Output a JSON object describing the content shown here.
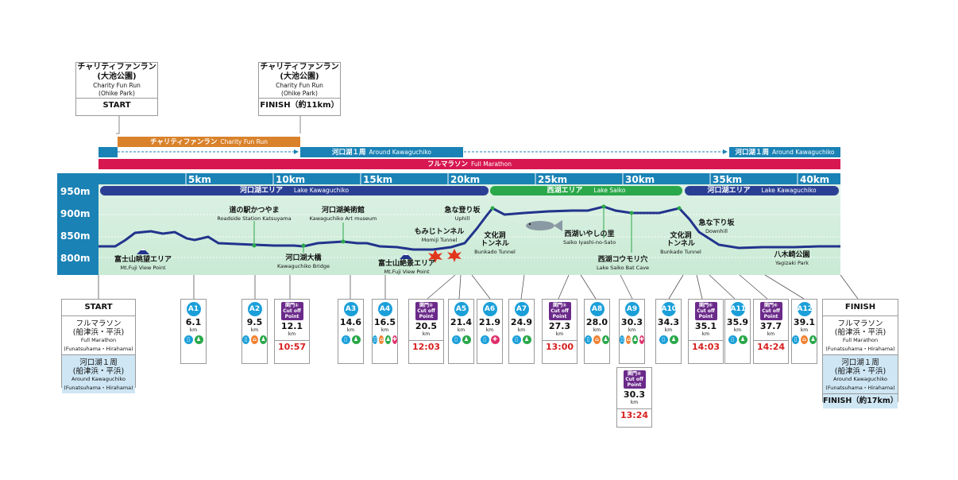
{
  "top_start": {
    "jp1": "チャリティファンラン",
    "jp2": "(大池公園)",
    "en1": "Charity Fun Run",
    "en2": "(Ohike Park)",
    "footer": "START"
  },
  "top_finish": {
    "jp1": "チャリティファンラン",
    "jp2": "(大池公園)",
    "en1": "Charity Fun Run",
    "en2": "(Ohike Park)",
    "footer": "FINISH（約11km）"
  },
  "bars": {
    "charity": {
      "jp": "チャリティファンラン",
      "en": "Charity Fun Run",
      "color": "#d9822b"
    },
    "around1": {
      "jp": "河口湖１周",
      "en": "Around Kawaguchiko",
      "color": "#1a82b5"
    },
    "around2": {
      "jp": "河口湖１周",
      "en": "Around Kawaguchiko",
      "color": "#1a82b5"
    },
    "full": {
      "jp": "フルマラソン",
      "en": "Full Marathon",
      "color": "#d7174f"
    }
  },
  "km_labels": [
    "5km",
    "10km",
    "15km",
    "20km",
    "25km",
    "30km",
    "35km",
    "40km"
  ],
  "elevation_labels": [
    "950m",
    "900m",
    "850m",
    "800m"
  ],
  "areas": {
    "kawaguchiko1": {
      "jp": "河口湖エリア",
      "en": "Lake Kawaguchiko",
      "color": "#2a3f94"
    },
    "saiko": {
      "jp": "西湖エリア",
      "en": "Lake Saiko",
      "color": "#2aa84a"
    },
    "kawaguchiko2": {
      "jp": "河口湖エリア",
      "en": "Lake Kawaguchiko",
      "color": "#2a3f94"
    }
  },
  "landmarks": {
    "fuji_view": {
      "jp": "富士山眺望エリア",
      "en": "Mt.Fuji View Point"
    },
    "roadside": {
      "jp": "道の駅かつやま",
      "en": "Roadside Station Katsuyama"
    },
    "bridge": {
      "jp": "河口湖大橋",
      "en": "Kawaguchiko Bridge"
    },
    "museum": {
      "jp": "河口湖美術館",
      "en": "Kawaguchiko Art museum"
    },
    "fuji_zekkei": {
      "jp": "富士山絶景エリア",
      "en": "Mt.Fuji View Point"
    },
    "momiji": {
      "jp": "もみじトンネル",
      "en": "Momiji Tunnel"
    },
    "uphill": {
      "jp": "急な登り坂",
      "en": "Uphill"
    },
    "bunkado1": {
      "jp1": "文化洞",
      "jp2": "トンネル",
      "en": "Bunkado Tunnel"
    },
    "iyashi": {
      "jp": "西湖いやしの里",
      "en": "Saiko Iyashi-no-Sato"
    },
    "bat_cave": {
      "jp": "西湖コウモリ穴",
      "en": "Lake Saiko Bat Cave"
    },
    "downhill": {
      "jp": "急な下り坂",
      "en": "Downhill"
    },
    "bunkado2": {
      "jp1": "文化洞",
      "jp2": "トンネル",
      "en": "Bunkado Tunnel"
    },
    "yagizaki": {
      "jp": "八木崎公園",
      "en": "Yagizaki Park"
    }
  },
  "stations": [
    {
      "type": "aid",
      "id": "A1",
      "km": "6.1",
      "icons": [
        "W",
        "F"
      ]
    },
    {
      "type": "aid",
      "id": "A2",
      "km": "9.5",
      "icons": [
        "W",
        "T",
        "F"
      ]
    },
    {
      "type": "gate",
      "id": "関門①",
      "sub": "Cut off Point",
      "km": "12.1",
      "time": "10:57"
    },
    {
      "type": "aid",
      "id": "A3",
      "km": "14.6",
      "icons": [
        "W",
        "F"
      ]
    },
    {
      "type": "aid",
      "id": "A4",
      "km": "16.5",
      "icons": [
        "W",
        "T",
        "F",
        "M"
      ]
    },
    {
      "type": "gate",
      "id": "関門②",
      "sub": "Cut off Point",
      "km": "20.5",
      "time": "12:03"
    },
    {
      "type": "aid",
      "id": "A5",
      "km": "21.4",
      "icons": [
        "W",
        "F"
      ]
    },
    {
      "type": "aid",
      "id": "A6",
      "km": "21.9",
      "icons": [
        "W",
        "M"
      ]
    },
    {
      "type": "aid",
      "id": "A7",
      "km": "24.9",
      "icons": [
        "W",
        "F"
      ]
    },
    {
      "type": "gate",
      "id": "関門③",
      "sub": "Cut off Point",
      "km": "27.3",
      "time": "13:00"
    },
    {
      "type": "aid",
      "id": "A8",
      "km": "28.0",
      "icons": [
        "W",
        "T",
        "F"
      ]
    },
    {
      "type": "aid",
      "id": "A9",
      "km": "30.3",
      "icons": [
        "W",
        "T",
        "F",
        "M"
      ]
    },
    {
      "type": "aid",
      "id": "A10",
      "km": "34.3",
      "icons": [
        "W",
        "F"
      ]
    },
    {
      "type": "gate",
      "id": "関門⑤",
      "sub": "Cut off Point",
      "km": "35.1",
      "time": "14:03"
    },
    {
      "type": "aid",
      "id": "A11",
      "km": "35.9",
      "icons": [
        "W",
        "F"
      ]
    },
    {
      "type": "gate",
      "id": "関門⑥",
      "sub": "Cut off Point",
      "km": "37.7",
      "time": "14:24"
    },
    {
      "type": "aid",
      "id": "A12",
      "km": "39.1",
      "icons": [
        "W",
        "T",
        "F"
      ]
    }
  ],
  "gate4": {
    "id": "関門④",
    "sub": "Cut off Point",
    "km": "30.3",
    "time": "13:24"
  },
  "km_unit": "km",
  "bottom_start": {
    "header": "START",
    "full_jp1": "フルマラソン",
    "full_jp2": "(船津浜・平浜)",
    "full_en1": "Full Marathon",
    "full_en2": "(Funatsuhama・Hirahama)",
    "around_jp1": "河口湖１周",
    "around_jp2": "(船津浜・平浜)",
    "around_en1": "Around Kawaguchiko",
    "around_en2": "(Funatsuhama・Hirahama)"
  },
  "bottom_finish": {
    "header": "FINISH",
    "full_jp1": "フルマラソン",
    "full_jp2": "(船津浜・平浜)",
    "full_en1": "Full Marathon",
    "full_en2": "(Funatsuhama・Hirahama)",
    "around_jp1": "河口湖１周",
    "around_jp2": "(船津浜・平浜)",
    "around_en1": "Around Kawaguchiko",
    "around_en2": "(Funatsuhama・Hirahama)",
    "footer": "FINISH（約17km）"
  },
  "icon_names": {
    "W": "water-icon",
    "F": "food-icon",
    "T": "toilet-icon",
    "M": "medical-icon"
  }
}
